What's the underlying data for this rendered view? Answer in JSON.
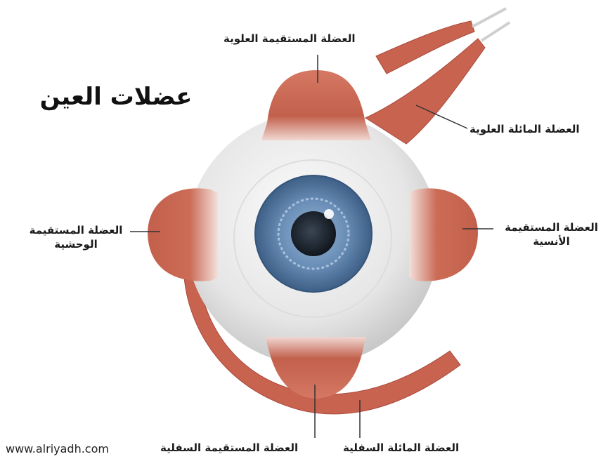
{
  "title": "عضلات العين",
  "watermark": "www.alriyadh.com",
  "labels": {
    "superior_rectus": "العضلة المستقيمة العلوية",
    "superior_oblique": "العضلة المائلة العلوية",
    "lateral_rectus_line1": "العضلة المستقيمة",
    "lateral_rectus_line2": "الوحشية",
    "medial_rectus_line1": "العضلة المستقيمة",
    "medial_rectus_line2": "الأنسية",
    "inferior_rectus": "العضلة المستقيمة السفلية",
    "inferior_oblique": "العضلة المائلة السفلية"
  },
  "colors": {
    "muscle": "#c8634f",
    "muscle_dark": "#a9483a",
    "sclera": "#eeeeee",
    "iris": "#6a8fb8",
    "pupil": "#1c2530"
  }
}
